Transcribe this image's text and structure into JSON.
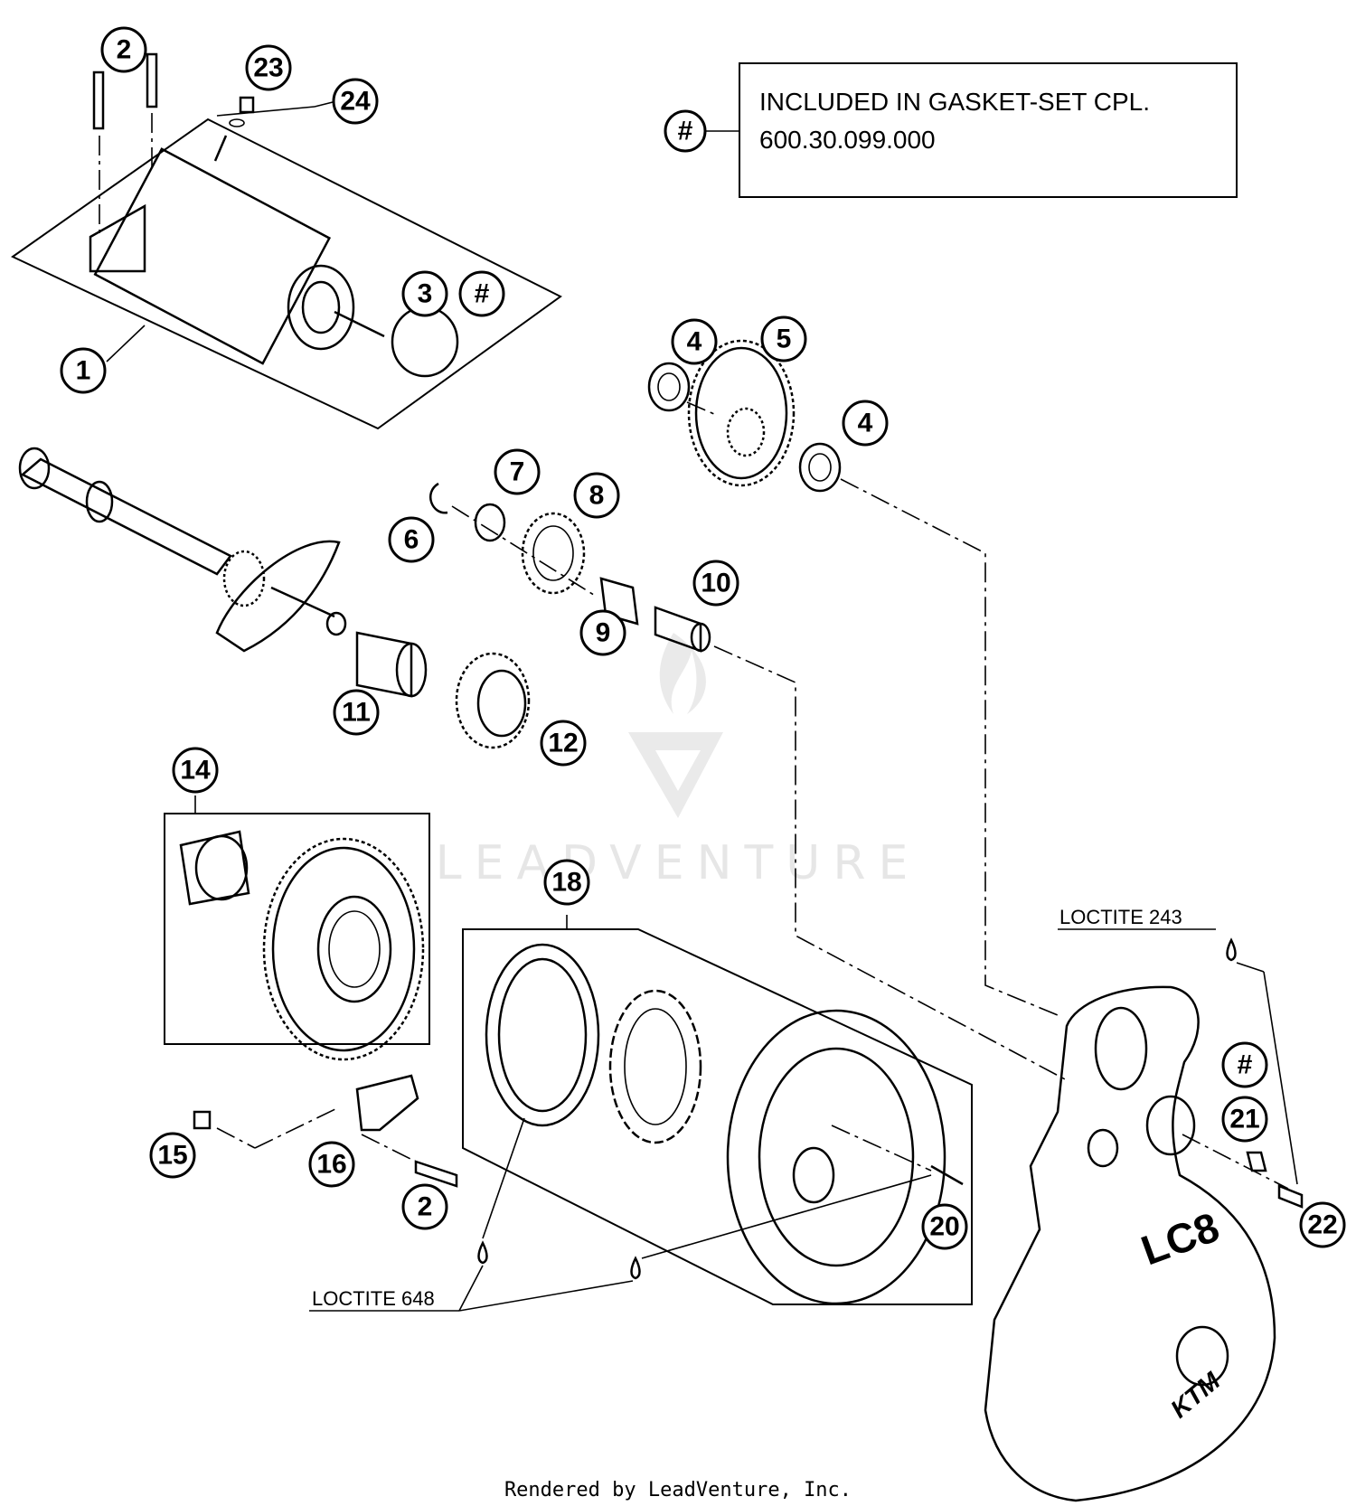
{
  "note": {
    "symbol": "#",
    "line1": "INCLUDED IN GASKET-SET CPL.",
    "line2": "600.30.099.000"
  },
  "callouts": [
    {
      "id": "c1",
      "label": "1"
    },
    {
      "id": "c2a",
      "label": "2"
    },
    {
      "id": "c23",
      "label": "23"
    },
    {
      "id": "c24",
      "label": "24"
    },
    {
      "id": "c3",
      "label": "3"
    },
    {
      "id": "c3h",
      "label": "#"
    },
    {
      "id": "c4a",
      "label": "4"
    },
    {
      "id": "c5",
      "label": "5"
    },
    {
      "id": "c4b",
      "label": "4"
    },
    {
      "id": "c6",
      "label": "6"
    },
    {
      "id": "c7",
      "label": "7"
    },
    {
      "id": "c8",
      "label": "8"
    },
    {
      "id": "c9",
      "label": "9"
    },
    {
      "id": "c10",
      "label": "10"
    },
    {
      "id": "c11",
      "label": "11"
    },
    {
      "id": "c12",
      "label": "12"
    },
    {
      "id": "c14",
      "label": "14"
    },
    {
      "id": "c18",
      "label": "18"
    },
    {
      "id": "c15",
      "label": "15"
    },
    {
      "id": "c16",
      "label": "16"
    },
    {
      "id": "c2b",
      "label": "2"
    },
    {
      "id": "c20",
      "label": "20"
    },
    {
      "id": "c21h",
      "label": "#"
    },
    {
      "id": "c21",
      "label": "21"
    },
    {
      "id": "c22",
      "label": "22"
    }
  ],
  "loctite": {
    "upper": "LOCTITE 243",
    "lower": "LOCTITE 648"
  },
  "cover_text": {
    "model": "LC8",
    "brand": "KTM"
  },
  "watermark": "LEADVENTURE",
  "footer": "Rendered by LeadVenture, Inc."
}
